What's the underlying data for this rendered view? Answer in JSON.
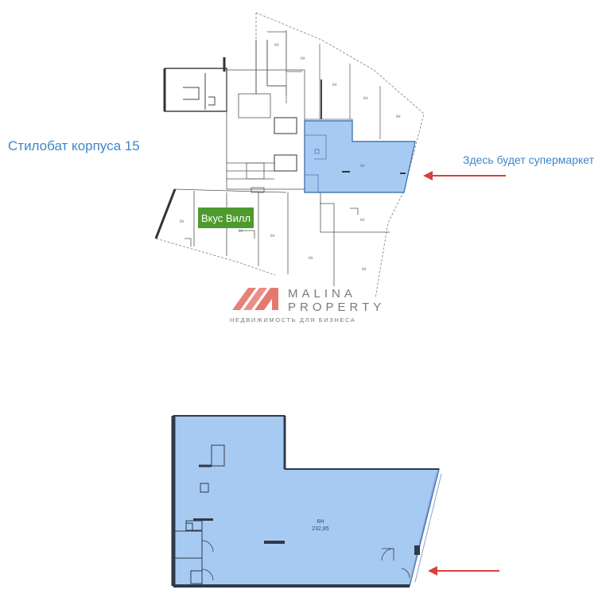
{
  "labels": {
    "building_title": "Стилобат корпуса 15",
    "supermarket_note": "Здесь будет супермаркет",
    "tenant_badge": "Вкус Вилл"
  },
  "logo": {
    "name_line1": "MALINA",
    "name_line2": "PROPERTY",
    "tagline": "НЕДВИЖИМОСТЬ ДЛЯ БИЗНЕСА"
  },
  "unit": {
    "id": "6Н",
    "area": "232,85"
  },
  "colors": {
    "highlight_fill": "#a7caf3",
    "highlight_stroke": "#4a78b5",
    "title_blue": "#3f86c8",
    "badge_green": "#4f9a2f",
    "arrow_red": "#d9403a",
    "logo_red": "#e36a5f",
    "logo_gray": "#7a7a7a",
    "wall_dark": "#333333"
  },
  "icons": [
    "arrow-left-icon",
    "malina-logo-icon"
  ]
}
